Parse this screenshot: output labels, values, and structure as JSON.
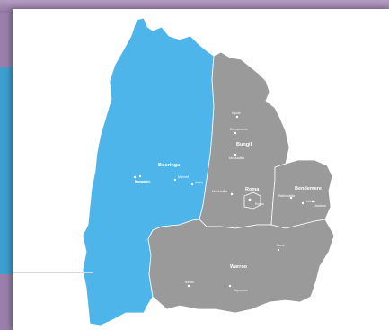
{
  "colors": {
    "frame": "#9a7fa8",
    "booringa": "#4db5ea",
    "grey_regions": "#9a9a9a",
    "border": "#ffffff",
    "accent_tab": "#3d9fd0"
  },
  "regions": [
    {
      "name": "Booringa"
    },
    {
      "name": "Bungil"
    },
    {
      "name": "Roma"
    },
    {
      "name": "Bendemere"
    },
    {
      "name": "Warroo"
    }
  ],
  "towns": [
    "Injune",
    "Eumamurrin",
    "Muckadilla",
    "Bymount",
    "Mungallala",
    "Mitchell",
    "Amby",
    "Muckadilla",
    "Roma",
    "Yuleba",
    "Wallumbilla",
    "Jackson",
    "Surat",
    "Teelba",
    "Wycombe"
  ]
}
